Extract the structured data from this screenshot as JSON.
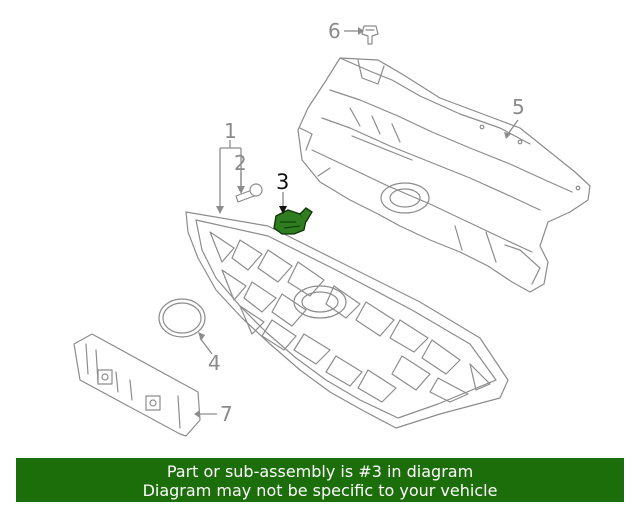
{
  "callouts": {
    "c1": "1",
    "c2": "2",
    "c3": "3",
    "c4": "4",
    "c5": "5",
    "c6": "6",
    "c7": "7"
  },
  "colors": {
    "highlight_part": "#2f7d1e",
    "banner_bg": "#1c6e0b",
    "line_art": "#8c8c8c"
  },
  "banner": {
    "line1": "Part or sub-assembly is #3 in diagram",
    "line2": "Diagram may not be specific to your vehicle"
  }
}
